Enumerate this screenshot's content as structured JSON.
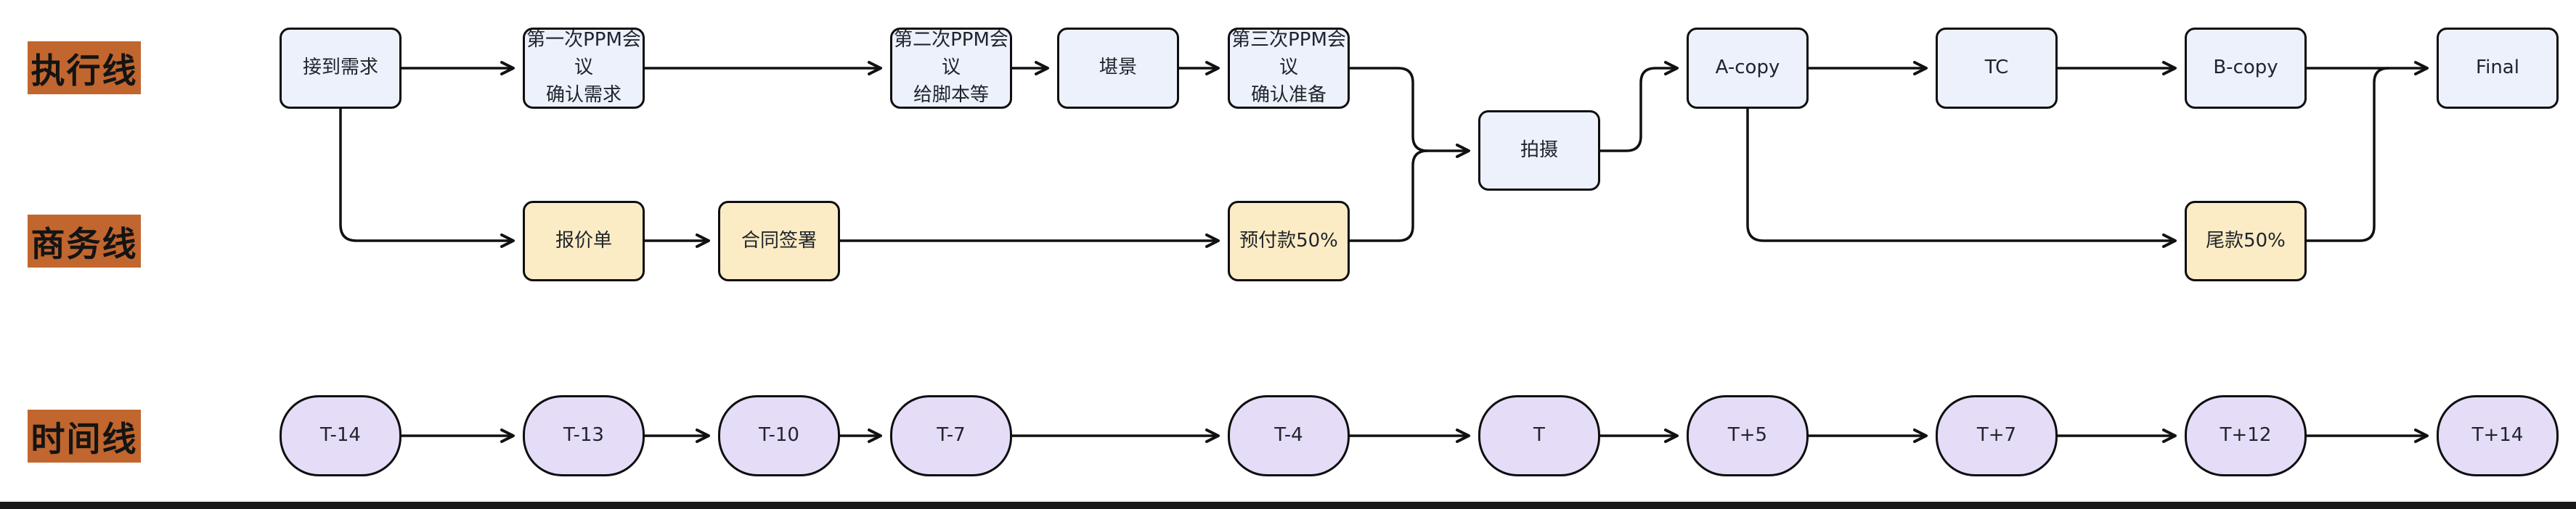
{
  "lanes": {
    "exec": "执行线",
    "biz": "商务线",
    "time": "时间线"
  },
  "exec": {
    "receive": "接到需求",
    "ppm1_line1": "第一次PPM会议",
    "ppm1_line2": "确认需求",
    "ppm2_line1": "第二次PPM会议",
    "ppm2_line2": "给脚本等",
    "scout": "堪景",
    "ppm3_line1": "第三次PPM会议",
    "ppm3_line2": "确认准备",
    "shoot": "拍摄",
    "acopy": "A-copy",
    "tc": "TC",
    "bcopy": "B-copy",
    "final": "Final"
  },
  "biz": {
    "quote": "报价单",
    "contract": "合同签署",
    "deposit": "预付款50%",
    "balance": "尾款50%"
  },
  "timeline": [
    "T-14",
    "T-13",
    "T-10",
    "T-7",
    "T-4",
    "T",
    "T+5",
    "T+7",
    "T+12",
    "T+14"
  ],
  "colors": {
    "exec_box_fill": "#ecf1fb",
    "biz_box_fill": "#fcecc5",
    "time_pill_fill": "#e5dcf8",
    "lane_label_bg": "#c1662e",
    "stroke": "#111111",
    "background": "#ffffff"
  }
}
